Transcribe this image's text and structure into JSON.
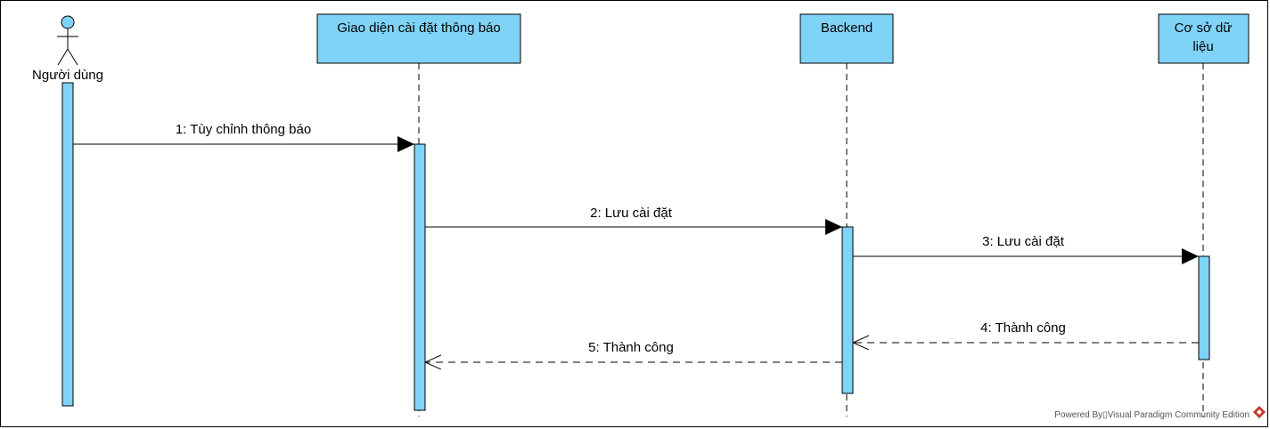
{
  "actor": {
    "name": "Người dùng"
  },
  "lifelines": [
    {
      "id": "ui",
      "lines": [
        "Giao diện cài đặt thông báo"
      ]
    },
    {
      "id": "be",
      "lines": [
        "Backend"
      ]
    },
    {
      "id": "db",
      "lines": [
        "Cơ sở dữ",
        "liệu"
      ]
    }
  ],
  "messages": [
    {
      "label": "1: Tùy chỉnh thông báo",
      "type": "sync"
    },
    {
      "label": "2: Lưu cài đặt",
      "type": "sync"
    },
    {
      "label": "3: Lưu cài đặt",
      "type": "sync"
    },
    {
      "label": "4: Thành công",
      "type": "return"
    },
    {
      "label": "5: Thành công",
      "type": "return"
    }
  ],
  "watermark": "Powered By▯Visual Paradigm Community Edition",
  "colors": {
    "box_fill": "#7fd3f7",
    "line": "#000000",
    "logo": "#c0392b"
  }
}
